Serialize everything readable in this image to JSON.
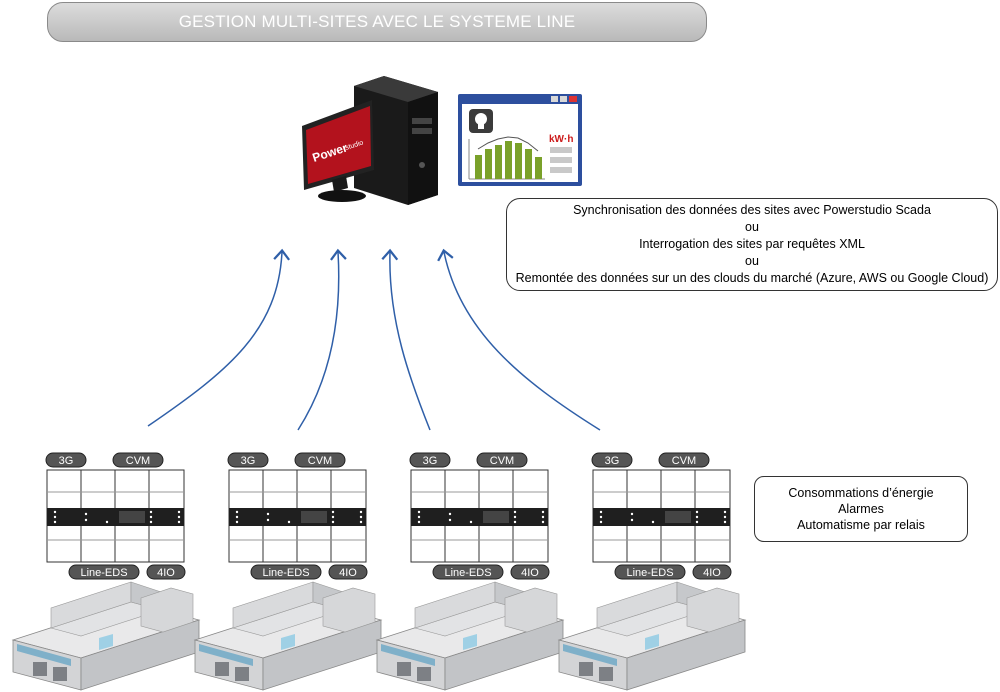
{
  "title": "GESTION MULTI-SITES AVEC LE SYSTEME LINE",
  "monitor_brand": "Power",
  "monitor_brand_sub": "studio",
  "app_window": {
    "unit_label": "kW·h",
    "bar_color": "#7aa12a",
    "window_color": "#2d4f9e"
  },
  "sync_box": {
    "lines": [
      "Synchronisation des données des sites avec Powerstudio Scada",
      "ou",
      "Interrogation des sites par requêtes XML",
      "ou",
      "Remontée des données sur un des clouds du marché (Azure, AWS ou Google Cloud)"
    ]
  },
  "features_box": {
    "lines": [
      "Consommations d’énergie",
      "Alarmes",
      "Automatisme par relais"
    ]
  },
  "sites": [
    {
      "tag_3g": "3G",
      "tag_cvm": "CVM",
      "tag_eds": "Line-EDS",
      "tag_4io": "4IO"
    },
    {
      "tag_3g": "3G",
      "tag_cvm": "CVM",
      "tag_eds": "Line-EDS",
      "tag_4io": "4IO"
    },
    {
      "tag_3g": "3G",
      "tag_cvm": "CVM",
      "tag_eds": "Line-EDS",
      "tag_4io": "4IO"
    },
    {
      "tag_3g": "3G",
      "tag_cvm": "CVM",
      "tag_eds": "Line-EDS",
      "tag_4io": "4IO"
    }
  ],
  "colors": {
    "arrow": "#2f5fa8",
    "monitor_screen": "#b3121d"
  }
}
